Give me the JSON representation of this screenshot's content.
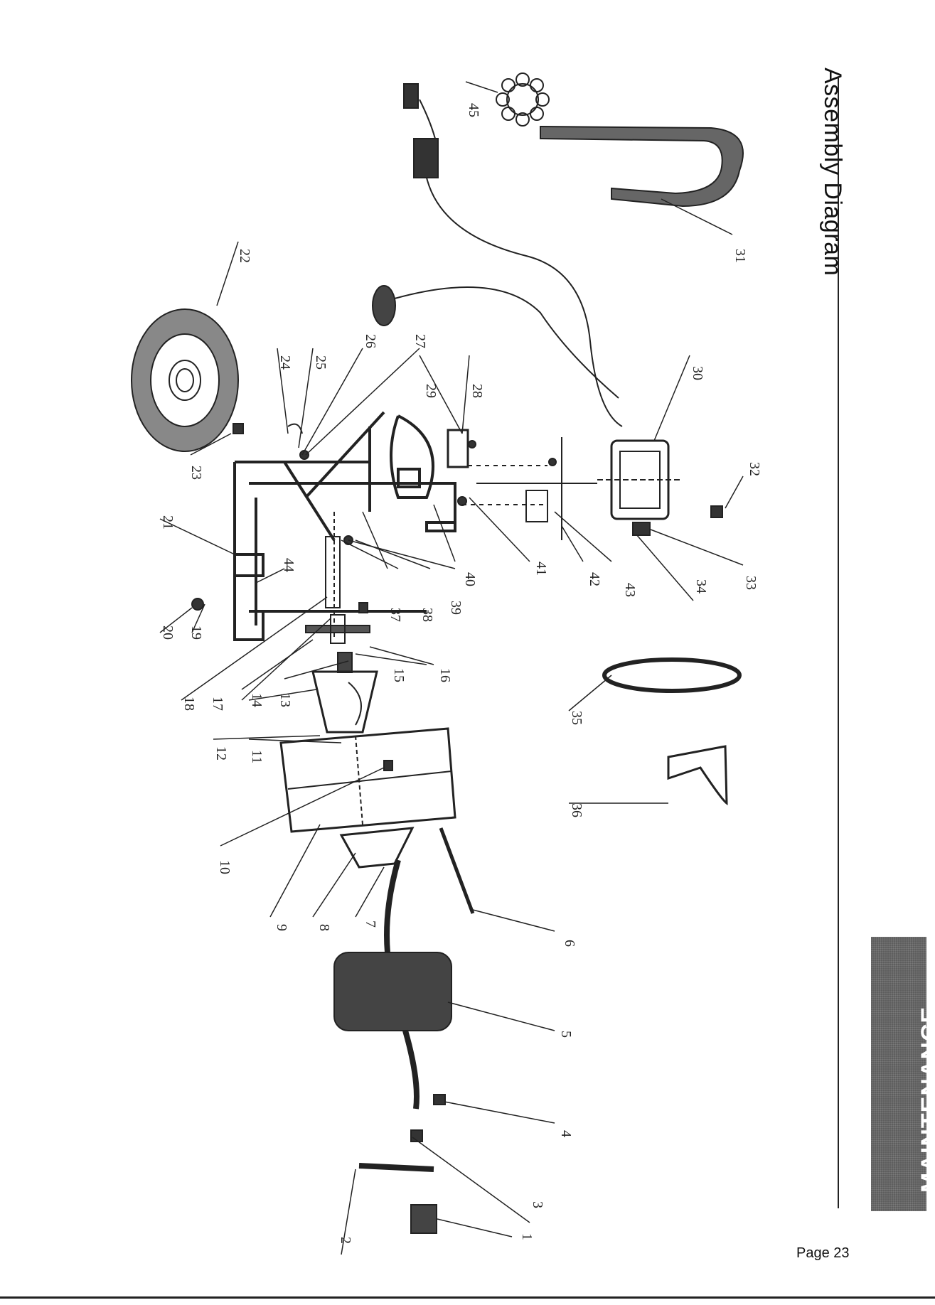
{
  "page": {
    "title": "Assembly Diagram",
    "section": "MAINTENANCE",
    "page_number": "Page 23"
  },
  "callouts": [
    "1",
    "2",
    "3",
    "4",
    "5",
    "6",
    "7",
    "8",
    "9",
    "10",
    "11",
    "12",
    "13",
    "14",
    "15",
    "16",
    "17",
    "18",
    "19",
    "20",
    "21",
    "22",
    "23",
    "24",
    "25",
    "26",
    "27",
    "28",
    "29",
    "30",
    "31",
    "32",
    "33",
    "34",
    "35",
    "36",
    "37",
    "38",
    "39",
    "40",
    "41",
    "42",
    "43",
    "44",
    "45"
  ]
}
